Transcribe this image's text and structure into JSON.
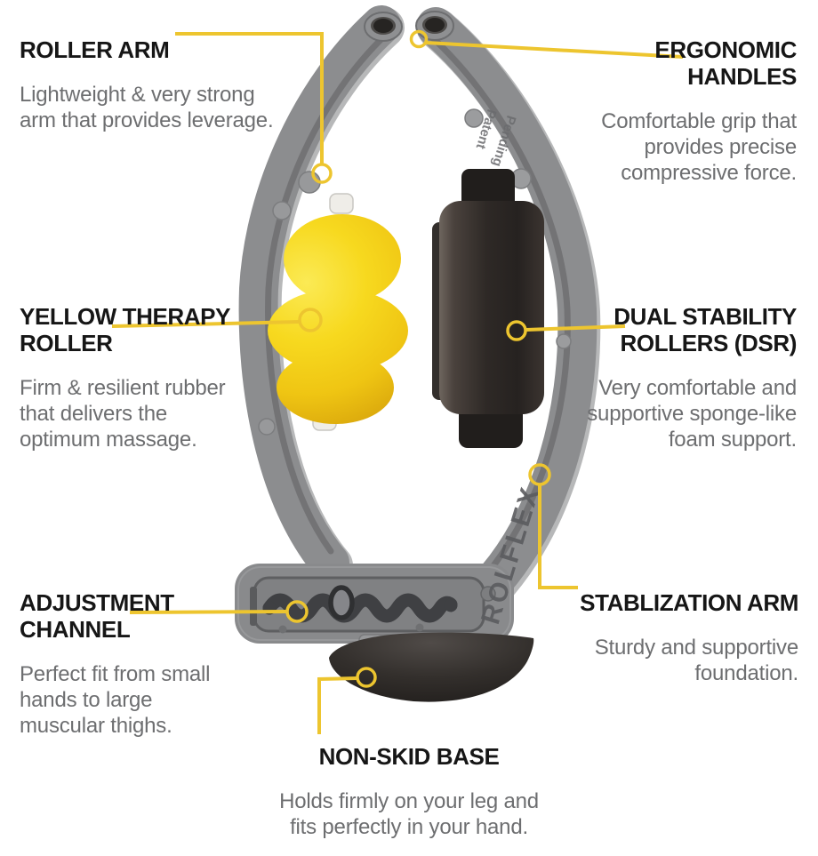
{
  "colors": {
    "background": "#ffffff",
    "accent_yellow": "#EDC52F",
    "heading_text": "#161616",
    "body_text": "#6D6E70",
    "device_gray": "#8C8D8F",
    "roller_yellow": "#F2CE1B",
    "roller_black": "#2A2624"
  },
  "callouts": [
    {
      "id": "roller-arm",
      "title": "ROLLER ARM",
      "description": "Lightweight & very strong\narm that provides leverage."
    },
    {
      "id": "ergonomic-handles",
      "title": "ERGONOMIC\nHANDLES",
      "description": "Comfortable grip that\nprovides precise\ncompressive force."
    },
    {
      "id": "yellow-therapy-roller",
      "title": "YELLOW THERAPY\nROLLER",
      "description": "Firm & resilient rubber\nthat delivers the\noptimum massage."
    },
    {
      "id": "dual-stability-rollers",
      "title": "DUAL STABILITY\nROLLERS (DSR)",
      "description": "Very comfortable and\nsupportive sponge-like\nfoam support."
    },
    {
      "id": "adjustment-channel",
      "title": "ADJUSTMENT\nCHANNEL",
      "description": "Perfect fit from small\nhands to large\nmuscular thighs."
    },
    {
      "id": "stablization-arm",
      "title": "STABLIZATION ARM",
      "description": "Sturdy and supportive\nfoundation."
    },
    {
      "id": "non-skid-base",
      "title": "NON-SKID BASE",
      "description": "Holds firmly on your leg and\nfits perfectly in your hand."
    }
  ],
  "product": {
    "embossed_brand": "ROLFLEX",
    "embossed_patent_line1": "Patent",
    "embossed_patent_line2": "Pending"
  }
}
